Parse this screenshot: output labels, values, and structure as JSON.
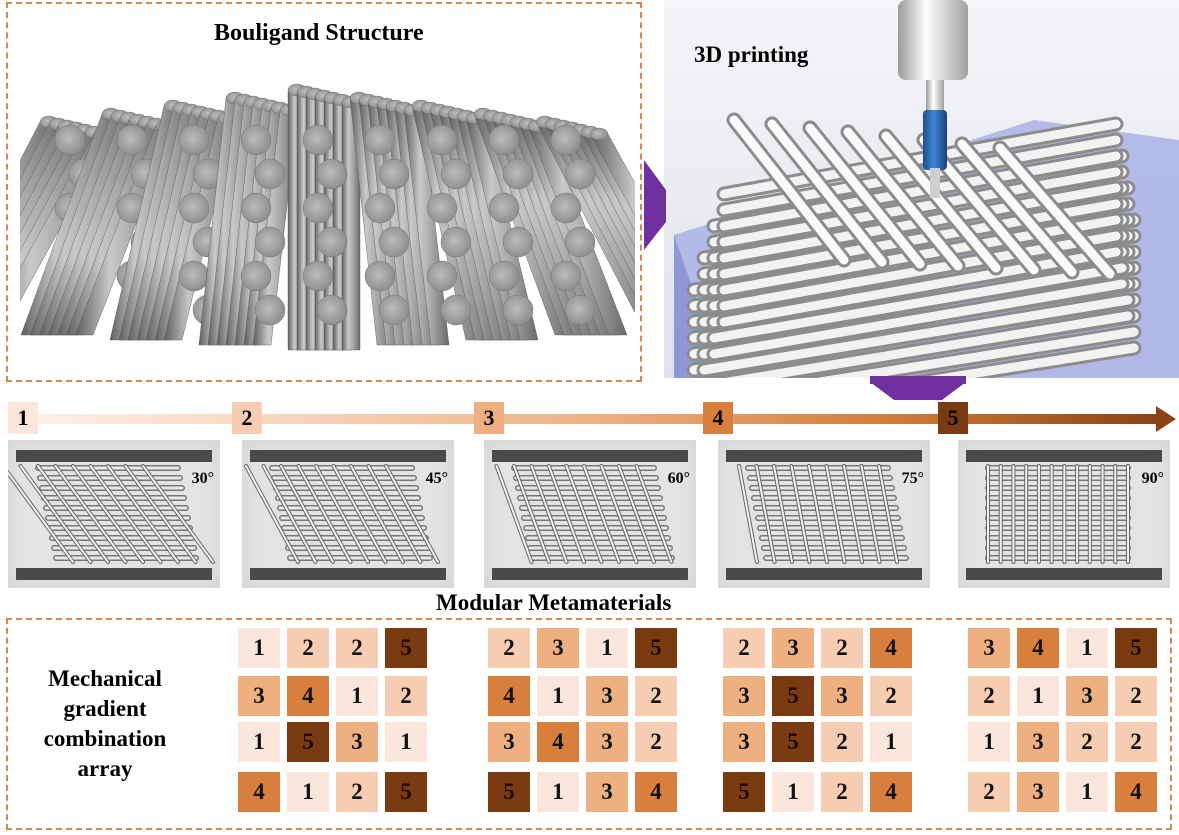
{
  "top_left": {
    "title": "Bouligand Structure"
  },
  "top_right": {
    "title": "3D printing"
  },
  "gradient": {
    "levels": [
      {
        "label": "1",
        "color": "#fbe6dc"
      },
      {
        "label": "2",
        "color": "#f6cdb2"
      },
      {
        "label": "3",
        "color": "#eeb080"
      },
      {
        "label": "4",
        "color": "#d87f3e"
      },
      {
        "label": "5",
        "color": "#7a3a12"
      }
    ]
  },
  "samples": [
    {
      "angle": "30°"
    },
    {
      "angle": "45°"
    },
    {
      "angle": "60°"
    },
    {
      "angle": "75°"
    },
    {
      "angle": "90°"
    }
  ],
  "section_title": "Modular Metamaterials",
  "array_label": [
    "Mechanical",
    "gradient",
    "combination",
    "array"
  ],
  "arrays": [
    [
      [
        1,
        2,
        2,
        5
      ],
      [
        3,
        4,
        1,
        2
      ],
      [
        1,
        5,
        3,
        1
      ],
      [
        4,
        1,
        2,
        5
      ]
    ],
    [
      [
        2,
        3,
        1,
        5
      ],
      [
        4,
        1,
        3,
        2
      ],
      [
        3,
        4,
        3,
        2
      ],
      [
        5,
        1,
        3,
        4
      ]
    ],
    [
      [
        2,
        3,
        2,
        4
      ],
      [
        3,
        5,
        3,
        2
      ],
      [
        3,
        5,
        2,
        1
      ],
      [
        5,
        1,
        2,
        4
      ]
    ],
    [
      [
        3,
        4,
        1,
        5
      ],
      [
        2,
        1,
        3,
        2
      ],
      [
        1,
        3,
        2,
        2
      ],
      [
        2,
        3,
        1,
        4
      ]
    ]
  ],
  "colors": {
    "dash": "#d9874e",
    "arrow_purple": "#7030a0"
  }
}
